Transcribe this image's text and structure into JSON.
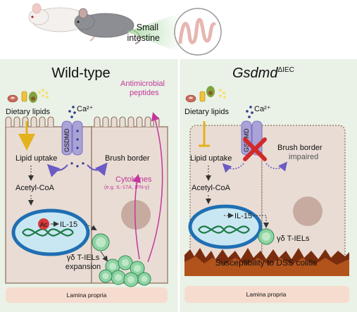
{
  "header": {
    "organ_label_line1": "Small",
    "organ_label_line2": "intestine"
  },
  "wild_type": {
    "title": "Wild-type",
    "dietary_lipids": "Dietary lipids",
    "calcium": "Ca²⁺",
    "gsdmd": "GSDMD",
    "lipid_uptake": "Lipid uptake",
    "brush_border": "Brush border",
    "acetyl_coa": "Acetyl-CoA",
    "ac_badge": "Ac",
    "il15": "IL-15",
    "antimicrobial_line1": "Antimicrobial",
    "antimicrobial_line2": "peptides",
    "cytokines": "Cytokynes",
    "cytokine_examples": "(e.g. IL-17A, IFN-γ)",
    "tiel_line1": "γδ T-IELs",
    "tiel_line2": "expansion",
    "lamina_propria": "Lamina propria"
  },
  "knockout": {
    "title_main": "Gsdmd",
    "title_sup": "ΔIEC",
    "dietary_lipids": "Dietary lipids",
    "calcium": "Ca²⁺",
    "gsdmd": "GSDMD",
    "lipid_uptake": "Lipid uptake",
    "brush_border_line1": "Brush border",
    "brush_border_line2": "impaired",
    "acetyl_coa": "Acetyl-CoA",
    "il15": "IL-15",
    "tiel": "γδ T-IELs",
    "susceptibility": "Susceptibility to DSS colitis",
    "lamina_propria": "Lamina propria"
  },
  "colors": {
    "panel_bg": "#eaf1e6",
    "cell_fill": "#e9dcd4",
    "cell_stroke": "#8b6f5c",
    "gsdmd_fill": "#a9a3d6",
    "magenta": "#c2379b",
    "purple_arrow": "#6b5bc4",
    "nucleus_fill": "#1f6fb3",
    "tcell_fill": "#8fd3a3",
    "cross": "#d22a2a"
  }
}
